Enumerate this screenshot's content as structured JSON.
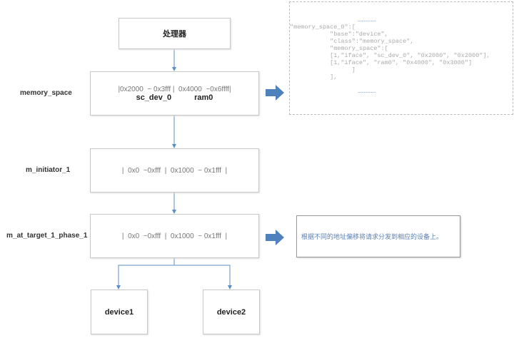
{
  "processor": "处理器",
  "memory_space": {
    "label": "memory_space",
    "ranges": "|0x2000  ~ 0x3fff |  0x4000  ~0x6ffff|",
    "dev0": "sc_dev_0",
    "dev1": "ram0"
  },
  "initiator": {
    "label": "m_initiator_1",
    "ranges": "|  0x0  ~0xfff  |  0x1000  ~ 0x1fff  |"
  },
  "target": {
    "label": "m_at_target_1_phase_1",
    "ranges": "|  0x0  ~0xfff  |  0x1000  ~ 0x1fff  |"
  },
  "devices": [
    "device1",
    "device2"
  ],
  "code": {
    "dots_top": "……………",
    "lines": [
      "\"memory_space_0\":[",
      "           \"base\":\"device\",",
      "           \"class\":\"memory_space\",",
      "           \"memory_space\":[",
      "           [1,\"iface\", \"sc_dev_0\", \"0x2000\", \"0x2000\"],",
      "           [1,\"iface\", \"ram0\", \"0x4000\", \"0x3000\"]",
      "                 ]",
      "           ],"
    ],
    "dots_bottom": "……………"
  },
  "note": "根据不同的地址偏移将请求分发到相应的设备上。",
  "colors": {
    "arrow": "#4f81bd",
    "line": "#5b8fc7"
  }
}
